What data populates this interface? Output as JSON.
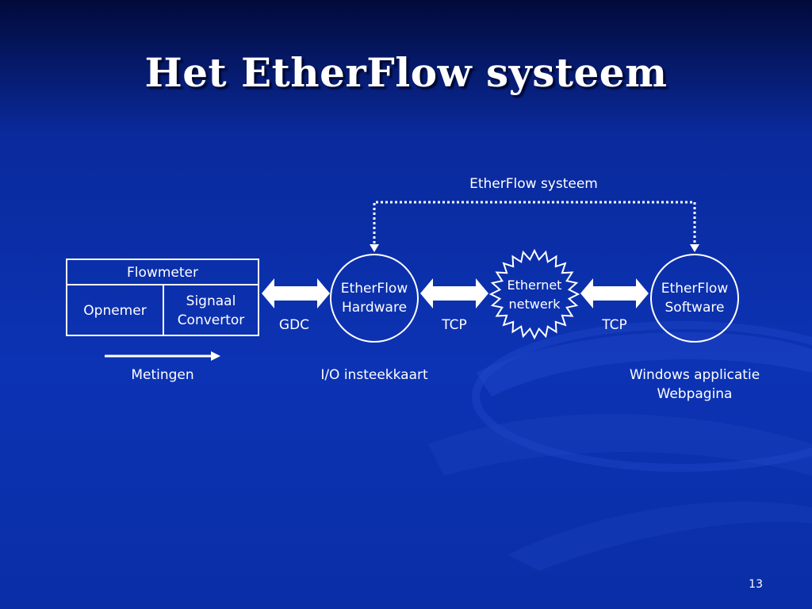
{
  "slide": {
    "title": "Het EtherFlow systeem",
    "page_number": "13"
  },
  "diagram": {
    "system_label": "EtherFlow systeem",
    "flowmeter": {
      "header": "Flowmeter",
      "left_cell": "Opnemer",
      "right_cell_line1": "Signaal",
      "right_cell_line2": "Convertor"
    },
    "measurements_label": "Metingen",
    "hardware": {
      "line1": "EtherFlow",
      "line2": "Hardware",
      "caption": "I/O insteekkaart"
    },
    "network": {
      "line1": "Ethernet",
      "line2": "netwerk"
    },
    "software": {
      "line1": "EtherFlow",
      "line2": "Software",
      "caption_line1": "Windows applicatie",
      "caption_line2": "Webpagina"
    },
    "links": {
      "gdc": "GDC",
      "tcp_left": "TCP",
      "tcp_right": "TCP"
    }
  }
}
